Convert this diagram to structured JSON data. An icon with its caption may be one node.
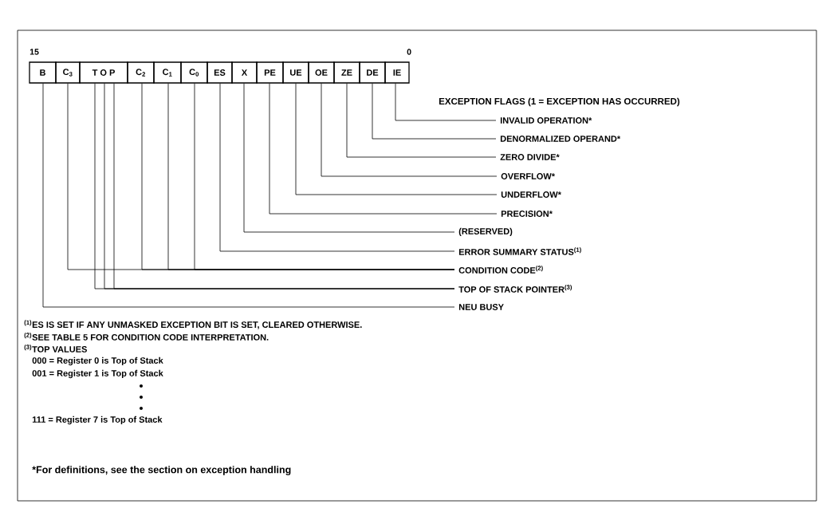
{
  "diagram": {
    "nodes": [
      {
        "text": [
          "B"
        ]
      },
      {
        "text": [
          "C$_{3}$"
        ]
      },
      {
        "text": [
          "T O P"
        ]
      },
      {
        "text": [
          "C$_{2}$"
        ]
      },
      {
        "text": [
          "C$_{1}$"
        ]
      },
      {
        "text": [
          "C$_{0}$"
        ]
      },
      {
        "text": [
          "ES"
        ]
      },
      {
        "text": [
          "X"
        ]
      },
      {
        "text": [
          "PE"
        ]
      },
      {
        "text": [
          "UE"
        ]
      },
      {
        "text": [
          "OE"
        ]
      },
      {
        "text": [
          "ZE"
        ]
      },
      {
        "text": [
          "DE"
        ]
      },
      {
        "text": [
          "IE"
        ]
      },
      {
        "text": [
          "INVALID OPERATION*"
        ]
      },
      {
        "text": [
          "DENORMALIZED OPERAND*"
        ]
      },
      {
        "text": [
          "ZERO DIVIDE*"
        ]
      },
      {
        "text": [
          "OVERFLOW*"
        ]
      },
      {
        "text": [
          "UNDERFLOW*"
        ]
      },
      {
        "text": [
          "PRECISION*"
        ]
      },
      {
        "text": [
          "(RESERVED)"
        ]
      },
      {
        "text": [
          "ERROR SUMMARY STATUS$^{(1)}$"
        ]
      },
      {
        "text": [
          "CONDITION CODE$^{(2)}$"
        ]
      },
      {
        "text": [
          "TOP OF STACK POINTER$^{(3)}$"
        ]
      },
      {
        "text": [
          "NEU BUSY"
        ]
      }
    ],
    "edges": [
      {
        "from": 13,
        "to": 14,
        "arrow": "none"
      },
      {
        "from": 12,
        "to": 15,
        "arrow": "none"
      },
      {
        "from": 11,
        "to": 16,
        "arrow": "none"
      },
      {
        "from": 10,
        "to": 17,
        "arrow": "none"
      },
      {
        "from": 9,
        "to": 18,
        "arrow": "none"
      },
      {
        "from": 8,
        "to": 19,
        "arrow": "none"
      },
      {
        "from": 7,
        "to": 20,
        "arrow": "none"
      },
      {
        "from": 6,
        "to": 21,
        "arrow": "none"
      },
      {
        "from": 1,
        "to": 22,
        "arrow": "none"
      },
      {
        "from": 3,
        "to": 22,
        "arrow": "none"
      },
      {
        "from": 4,
        "to": 22,
        "arrow": "none"
      },
      {
        "from": 5,
        "to": 22,
        "arrow": "none"
      },
      {
        "from": 2,
        "to": 23,
        "arrow": "none"
      },
      {
        "from": 2,
        "to": 23,
        "arrow": "none"
      },
      {
        "from": 2,
        "to": 23,
        "arrow": "none"
      },
      {
        "from": 0,
        "to": 24,
        "arrow": "none"
      }
    ],
    "labels": [
      "15",
      "0",
      "EXCEPTION FLAGS (1 = EXCEPTION HAS OCCURRED)",
      "$^{(1)}$ES IS SET IF ANY UNMASKED EXCEPTION BIT IS SET, CLEARED OTHERWISE.",
      "$^{(2)}$SEE TABLE 5 FOR CONDITION CODE INTERPRETATION.",
      "$^{(3)}$TOP VALUES",
      "000 = Register 0 is Top of Stack",
      "001 = Register 1 is Top of Stack",
      "111 = Register 7 is Top of Stack",
      "*For definitions, see the section on exception handling"
    ]
  }
}
